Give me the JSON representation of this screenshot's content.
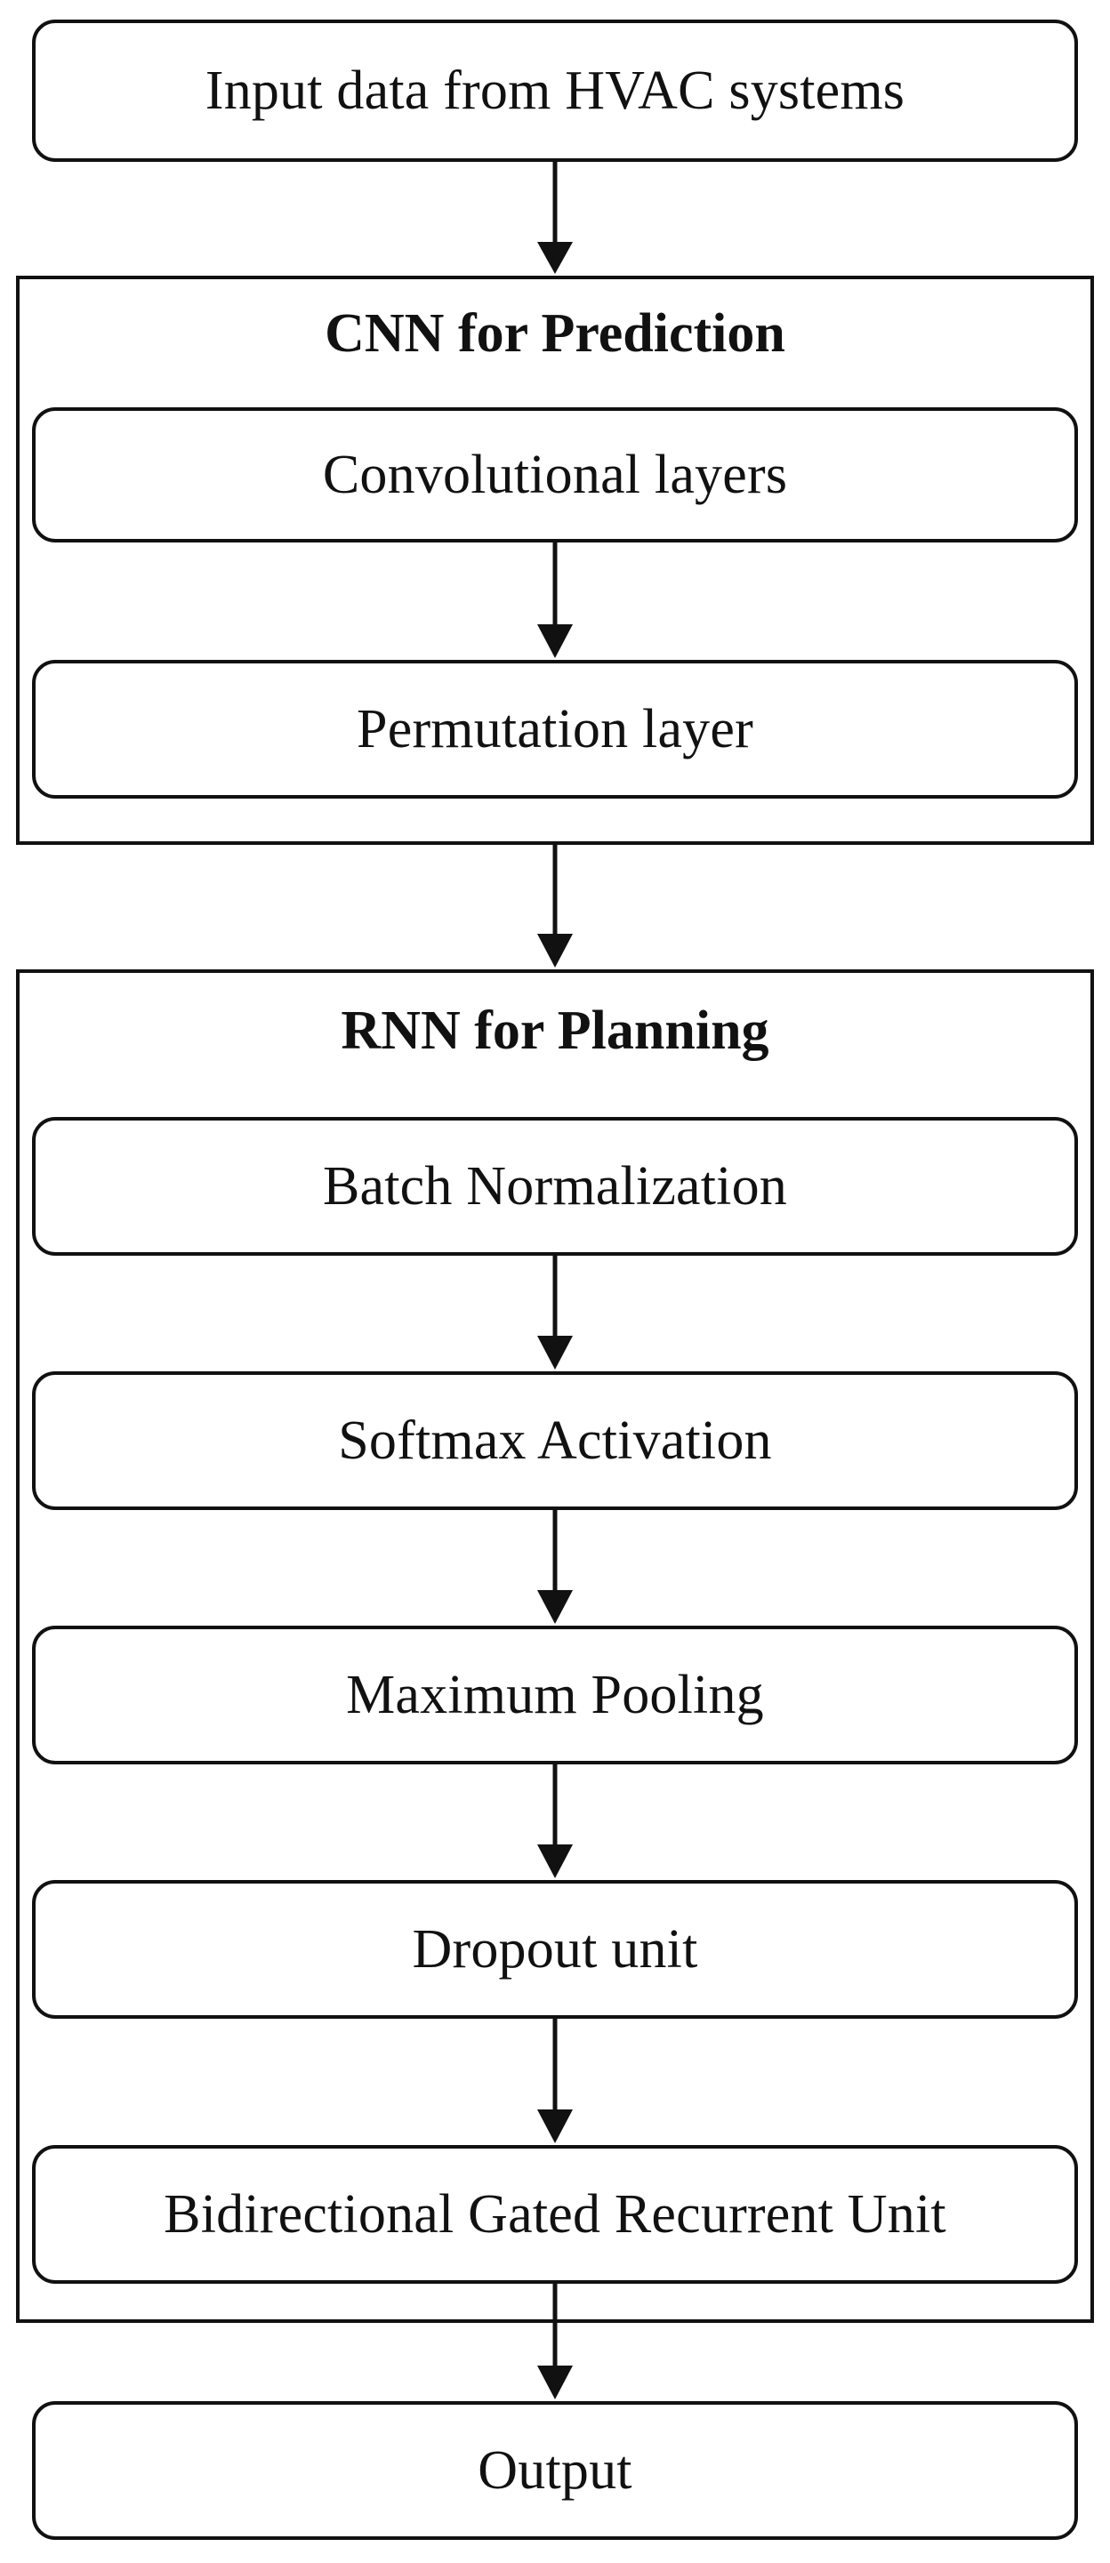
{
  "nodes": {
    "input": "Input data from HVAC systems",
    "cnn_title": "CNN for Prediction",
    "conv": "Convolutional layers",
    "perm": "Permutation layer",
    "rnn_title": "RNN for Planning",
    "batch": "Batch Normalization",
    "softmax": "Softmax Activation",
    "pool": "Maximum Pooling",
    "dropout": "Dropout unit",
    "bigru": "Bidirectional Gated Recurrent Unit",
    "output": "Output"
  },
  "colors": {
    "stroke": "#111111",
    "background": "#ffffff"
  }
}
